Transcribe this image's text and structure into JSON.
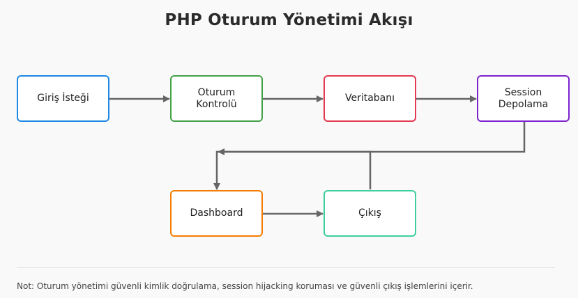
{
  "title": "PHP Oturum Yönetimi Akışı",
  "nodes": [
    {
      "id": "request",
      "label": "Giriş İsteği",
      "color": "#1e88e5"
    },
    {
      "id": "session-check",
      "label": "Oturum\nKontrolü",
      "color": "#43a047"
    },
    {
      "id": "database",
      "label": "Veritabanı",
      "color": "#e53950"
    },
    {
      "id": "session-storage",
      "label": "Session\nDepolama",
      "color": "#7e22ce"
    },
    {
      "id": "dashboard",
      "label": "Dashboard",
      "color": "#f57c00"
    },
    {
      "id": "logout",
      "label": "Çıkış",
      "color": "#3ecf9e"
    }
  ],
  "edges": [
    {
      "from": "request",
      "to": "session-check"
    },
    {
      "from": "session-check",
      "to": "database"
    },
    {
      "from": "database",
      "to": "session-storage"
    },
    {
      "from": "session-storage",
      "to": "dashboard"
    },
    {
      "from": "dashboard",
      "to": "logout"
    },
    {
      "from": "logout",
      "to": "dashboard"
    }
  ],
  "note": "Not: Oturum yönetimi güvenli kimlik doğrulama, session hijacking koruması ve güvenli çıkış işlemlerini içerir.",
  "arrow_color": "#666666"
}
